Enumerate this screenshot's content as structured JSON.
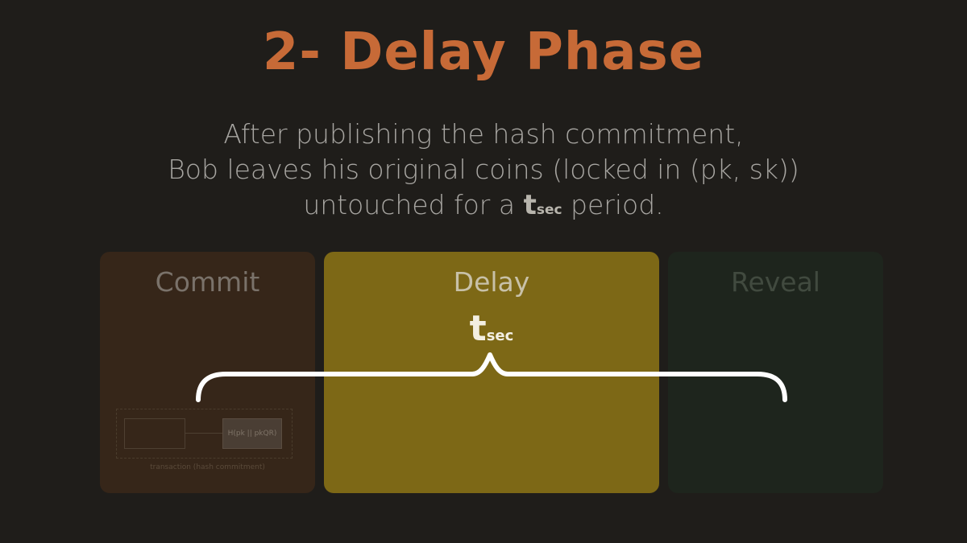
{
  "title": "2- Delay Phase",
  "subtitle": {
    "line1": "After publishing the hash commitment,",
    "line2": "Bob leaves his original coins (locked in (pk, sk))",
    "line3_before": "untouched  for a ",
    "t_symbol": "t",
    "t_sub": "sec",
    "line3_after": " period."
  },
  "panels": {
    "commit": {
      "label": "Commit",
      "tx_output_label": "H(pk || pkQR)",
      "tx_caption": "transaction (hash commitment)"
    },
    "delay": {
      "label": "Delay",
      "t_symbol": "t",
      "t_sub": "sec"
    },
    "reveal": {
      "label": "Reveal"
    }
  },
  "colors": {
    "background": "#1f1d1a",
    "title": "#c76a37",
    "commit_panel": "#362619",
    "delay_panel": "#7d6816",
    "reveal_panel": "#1e251d",
    "brace": "#ffffff"
  }
}
